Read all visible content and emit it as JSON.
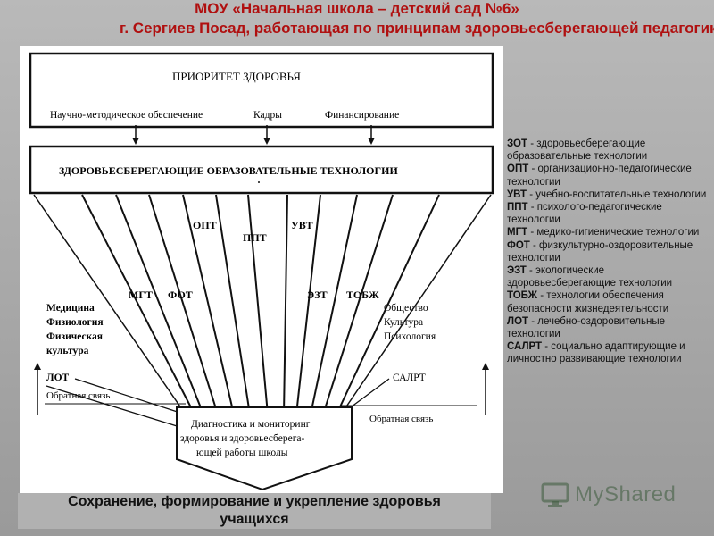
{
  "header": {
    "title_line1": "МОУ «Начальная школа – детский сад №6»",
    "title_line2": "г. Сергиев Посад, работающая по принципам здоровьесберегающей педагогики"
  },
  "diagram": {
    "priority_box": "ПРИОРИТЕТ ЗДОРОВЬЯ",
    "support": [
      "Научно-методическое обеспечение",
      "Кадры",
      "Финансирование"
    ],
    "tech_box": "ЗДОРОВЬЕСБЕРЕГАЮЩИЕ ОБРАЗОВАТЕЛЬНЫЕ ТЕХНОЛОГИИ",
    "rays": {
      "opt": "ОПТ",
      "ppt": "ППТ",
      "uvt": "УВТ",
      "mgt": "МГТ",
      "fot": "ФОТ",
      "ezt": "ЭЗТ",
      "tobzh": "ТОБЖ"
    },
    "left_sciences": [
      "Медицина",
      "Физиология",
      "Физическая",
      "культура"
    ],
    "right_sciences": [
      "Общество",
      "Культура",
      "Психология"
    ],
    "lot": "ЛОТ",
    "salrt": "САЛРТ",
    "feedback_left": "Обратная связь",
    "feedback_right": "Обратная связь",
    "diagnostics": [
      "Диагностика и мониторинг",
      "здоровья и здоровьесберега-",
      "ющей работы школы"
    ]
  },
  "legend": [
    {
      "abbr": "ЗОТ",
      "text": " - здоровьесберегающие образовательные технологии"
    },
    {
      "abbr": "ОПТ",
      "text": " - организационно-педагогические технологии"
    },
    {
      "abbr": "УВТ",
      "text": " - учебно-воспитательные технологии"
    },
    {
      "abbr": "ППТ",
      "text": " - психолого-педагогические технологии"
    },
    {
      "abbr": "МГТ",
      "text": " - медико-гигиенические технологии"
    },
    {
      "abbr": "ФОТ",
      "text": " - физкультурно-оздоровительные технологии"
    },
    {
      "abbr": "ЭЗТ",
      "text": " - экологические здоровьесберегающие технологии"
    },
    {
      "abbr": "ТОБЖ",
      "text": " - технологии обеспечения безопасности жизнедеятельности"
    },
    {
      "abbr": "ЛОТ",
      "text": " - лечебно-оздоровительные технологии"
    },
    {
      "abbr": "САЛРТ",
      "text": " - социально адаптирующие и личностно развивающие технологии"
    }
  ],
  "footer": {
    "line1": "Сохранение, формирование и укрепление здоровья",
    "line2": "учащихся"
  },
  "logo": {
    "text": "MyShared",
    "icon": "monitor-icon"
  }
}
